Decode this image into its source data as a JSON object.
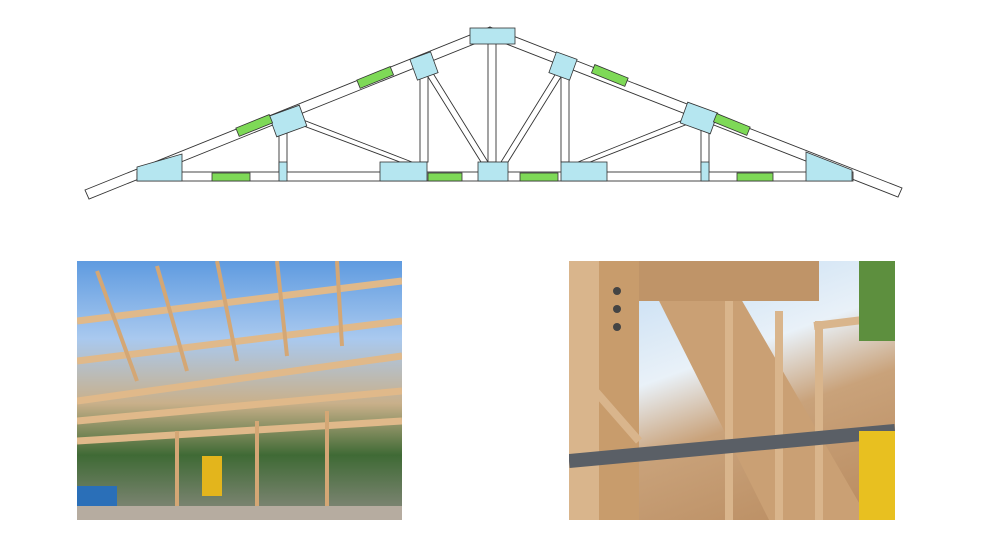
{
  "colors": {
    "plate": "#b5e6f0",
    "splice": "#7ed957",
    "line": "#333333",
    "timber": "#d9b48a"
  },
  "figures": {
    "diagram": "truss-diagram",
    "photos": [
      "truss-installation-photo",
      "truss-joint-closeup-photo"
    ]
  }
}
